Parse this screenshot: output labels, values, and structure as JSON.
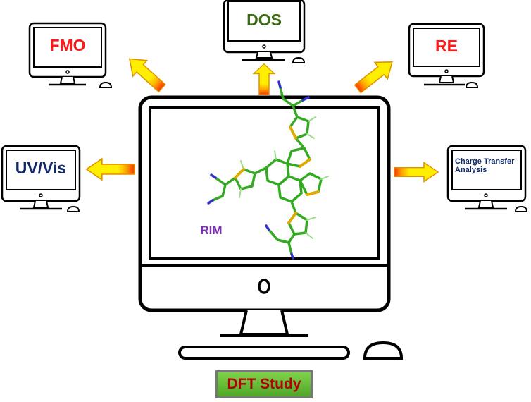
{
  "center": {
    "label": "RIM",
    "label_color": "#7b2fb0"
  },
  "properties": [
    {
      "id": "fmo",
      "label": "FMO",
      "color": "#ff1a1a"
    },
    {
      "id": "dos",
      "label": "DOS",
      "color": "#3a6a14"
    },
    {
      "id": "re",
      "label": "RE",
      "color": "#ff1a1a"
    },
    {
      "id": "uvvis",
      "label": "UV/Vis",
      "color": "#102a6a"
    },
    {
      "id": "ct",
      "label_line1": "Charge Transfer",
      "label_line2": "Analysis",
      "color": "#102a6a"
    }
  ],
  "footer": {
    "label": "DFT Study",
    "label_color": "#b00000",
    "box_color": "#5fb832"
  },
  "arrow_colors": {
    "fill": "#ffee00",
    "tail": "#ff3300",
    "outline": "#e0a000"
  },
  "molecule_colors": {
    "carbon": "#33aa22",
    "sulfur": "#ddaa00",
    "nitrogen": "#3333cc"
  }
}
